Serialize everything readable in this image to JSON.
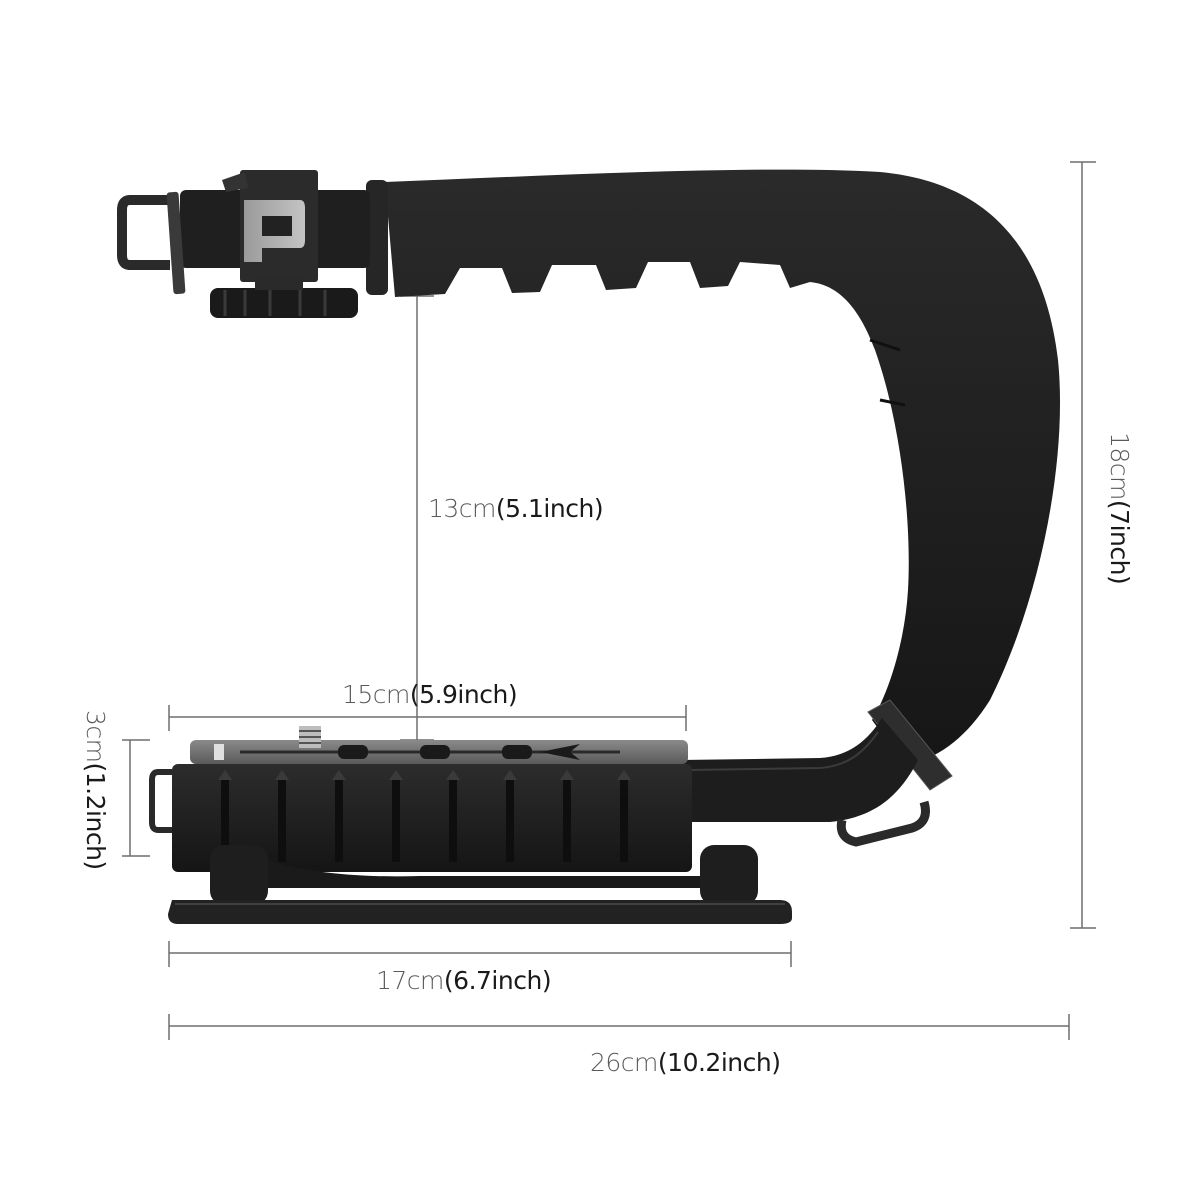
{
  "figure": {
    "subject": "C-shaped camera handheld stabilizer grip",
    "background_color": "#ffffff",
    "product_color": "#1c1c1c",
    "dimension_line_color": "#6e6e6e",
    "label_cm_color": "#5a5a5a",
    "label_inch_color": "#1a1a1a"
  },
  "dimensions": {
    "top_clearance": {
      "cm": "13cm",
      "inch": "(5.1inch)",
      "orientation": "vertical"
    },
    "total_height": {
      "cm": "18cm",
      "inch": "(7inch)",
      "orientation": "vertical"
    },
    "plate_length": {
      "cm": "15cm",
      "inch": "(5.9inch)",
      "orientation": "horizontal"
    },
    "base_height": {
      "cm": "3cm",
      "inch": "(1.2inch)",
      "orientation": "vertical"
    },
    "base_length": {
      "cm": "17cm",
      "inch": "(6.7inch)",
      "orientation": "horizontal"
    },
    "total_length": {
      "cm": "26cm",
      "inch": "(10.2inch)",
      "orientation": "horizontal"
    }
  },
  "parts": {
    "icons": [
      "cold-shoe-mount-icon",
      "foam-handle-icon",
      "quick-release-plate-icon",
      "tripod-screw-icon",
      "strap-loop-icon"
    ]
  }
}
